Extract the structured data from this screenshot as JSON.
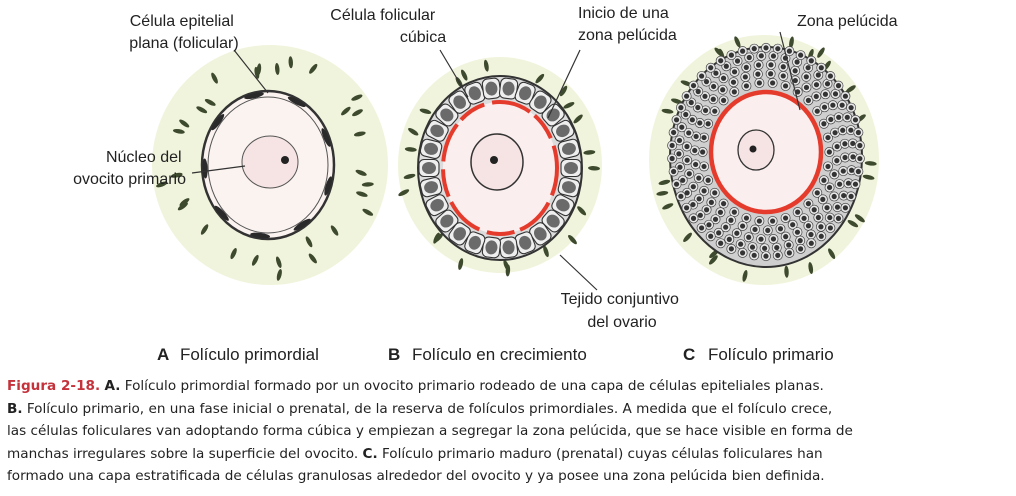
{
  "figure": {
    "panels": [
      {
        "letter": "A",
        "title": "Folículo primordial"
      },
      {
        "letter": "B",
        "title": "Folículo en crecimiento"
      },
      {
        "letter": "C",
        "title": "Folículo primario"
      }
    ],
    "labels": {
      "celula_epitelial_1": "Célula epitelial",
      "celula_epitelial_2": "plana (folicular)",
      "nucleo_1": "Núcleo del",
      "nucleo_2": "ovocito primario",
      "cubica_1": "Célula folicular",
      "cubica_2": "cúbica",
      "inicio_1": "Inicio de una",
      "inicio_2": "zona pelúcida",
      "zona_pelucida": "Zona pelúcida",
      "tejido_1": "Tejido conjuntivo",
      "tejido_2": "del ovario"
    },
    "colors": {
      "zona_pelucida": "#e53b2c",
      "stroma": "#eef2d6",
      "stroma_nuclei": "#3d4a2e",
      "oocyte": "#f7e9e6"
    }
  },
  "caption": {
    "figure_number": "Figura 2-18.",
    "line1_label": "A.",
    "line1_text": " Folículo primordial formado por un ovocito primario rodeado de una capa de células epiteliales planas.",
    "line2_label": "B.",
    "line2_text": " Folículo primario, en una fase inicial o prenatal, de la reserva de folículos primordiales. A medida que el folículo crece,",
    "line3_text": "las células foliculares van adoptando forma cúbica y empiezan a segregar la zona pelúcida, que se hace visible en forma de",
    "line4_text": "manchas irregulares sobre la superficie del ovocito. ",
    "line4_label": "C.",
    "line4_text_after": " Folículo primario maduro (prenatal) cuyas células foliculares han",
    "line5_text": "formado una capa estratificada de células granulosas alrededor del ovocito y ya posee una zona pelúcida bien definida."
  }
}
